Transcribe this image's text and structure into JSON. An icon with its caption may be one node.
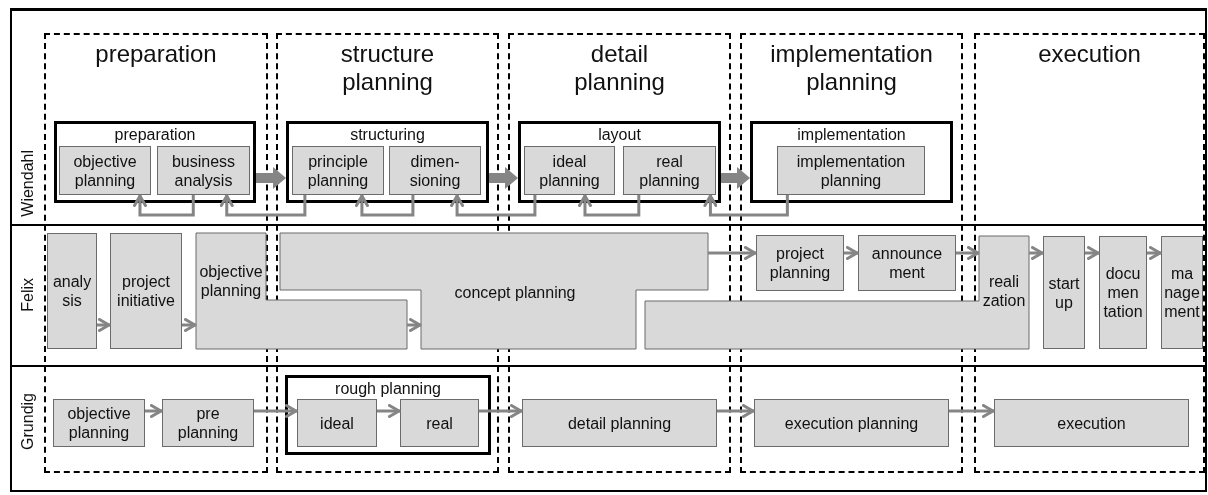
{
  "diagram": {
    "nodes": [
      {
        "text": [
          "preparation"
        ]
      },
      {
        "text": [
          "objective planning"
        ],
        "in": 0
      },
      {
        "text": [
          "business analysis"
        ],
        "in": 0
      },
      {
        "text": [
          "structuring"
        ]
      },
      {
        "text": [
          "principle planning"
        ],
        "in": 3
      },
      {
        "text": [
          "dimen- sioning"
        ],
        "in": 3
      },
      {
        "text": [
          "layout"
        ]
      },
      {
        "text": [
          "ideal planning"
        ],
        "in": 6
      },
      {
        "text": [
          "real planning"
        ],
        "in": 6
      },
      {
        "text": [
          "implementation"
        ]
      },
      {
        "text": [
          "implementation planning"
        ],
        "in": 9
      },
      {
        "text": [
          "analy sis"
        ]
      },
      {
        "text": [
          "project initiative"
        ]
      },
      {
        "text": [
          "objective planning"
        ]
      },
      {
        "text": [
          "concept planning"
        ]
      },
      {
        "text": [
          "project planning"
        ]
      },
      {
        "text": [
          "announce ment"
        ]
      },
      {
        "text": [
          "reali zation"
        ]
      },
      {
        "text": [
          "start up"
        ]
      },
      {
        "text": [
          "docu men tation"
        ]
      },
      {
        "text": [
          "ma nage ment"
        ]
      },
      {
        "text": [
          "objective planning"
        ]
      },
      {
        "text": [
          "pre planning"
        ]
      },
      {
        "text": [
          "rough planning"
        ]
      },
      {
        "text": [
          "ideal"
        ],
        "in": 23
      },
      {
        "text": [
          "real"
        ],
        "in": 23
      },
      {
        "text": [
          "detail planning"
        ]
      },
      {
        "text": [
          "execution planning"
        ]
      },
      {
        "text": [
          "execution"
        ]
      }
    ],
    "edges": [
      {
        "from": 0,
        "to": 3,
        "arrow": "to",
        "style": "thick"
      },
      {
        "from": 3,
        "to": 6,
        "arrow": "to",
        "style": "thick"
      },
      {
        "from": 6,
        "to": 9,
        "arrow": "to",
        "style": "thick"
      },
      {
        "from": 2,
        "to": 1,
        "arrow": "to"
      },
      {
        "from": 4,
        "to": 2,
        "arrow": "to"
      },
      {
        "from": 5,
        "to": 4,
        "arrow": "to"
      },
      {
        "from": 7,
        "to": 5,
        "arrow": "to"
      },
      {
        "from": 8,
        "to": 7,
        "arrow": "to"
      },
      {
        "from": 10,
        "to": 8,
        "arrow": "to"
      },
      {
        "from": 11,
        "to": 12,
        "arrow": "to"
      },
      {
        "from": 12,
        "to": 13,
        "arrow": "to"
      },
      {
        "from": 13,
        "to": 14,
        "arrow": "to"
      },
      {
        "from": 14,
        "to": 15,
        "arrow": "to"
      },
      {
        "from": 15,
        "to": 16,
        "arrow": "to"
      },
      {
        "from": 16,
        "to": 17,
        "arrow": "to"
      },
      {
        "from": 17,
        "to": 18,
        "arrow": "to"
      },
      {
        "from": 18,
        "to": 19,
        "arrow": "to"
      },
      {
        "from": 19,
        "to": 20,
        "arrow": "to"
      },
      {
        "from": 21,
        "to": 22,
        "arrow": "to"
      },
      {
        "from": 22,
        "to": 24,
        "arrow": "to"
      },
      {
        "from": 24,
        "to": 25,
        "arrow": "to"
      },
      {
        "from": 25,
        "to": 26,
        "arrow": "to"
      },
      {
        "from": 26,
        "to": 27,
        "arrow": "to"
      },
      {
        "from": 27,
        "to": 28,
        "arrow": "to"
      }
    ],
    "labels": [
      "preparation",
      "structure planning",
      "detail planning",
      "implementation planning",
      "execution",
      "Wiendahl",
      "Felix",
      "Grundig"
    ]
  }
}
